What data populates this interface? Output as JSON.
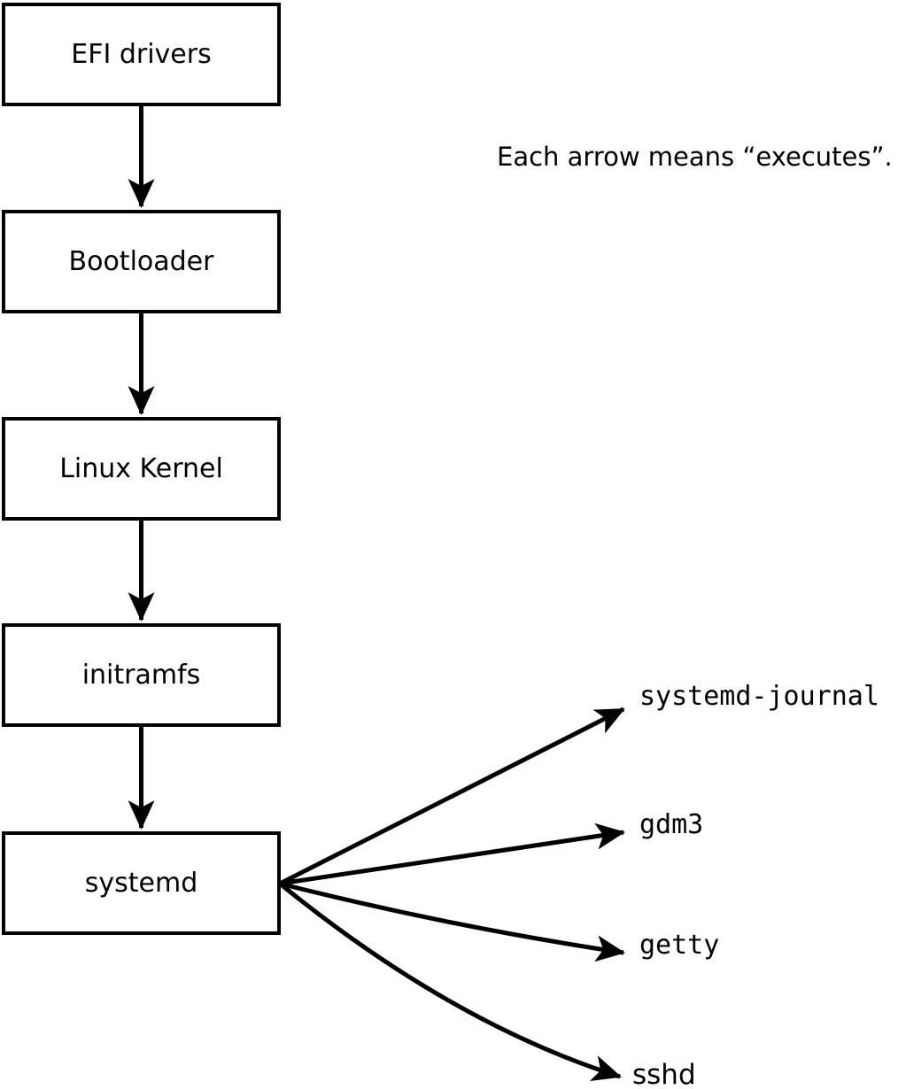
{
  "diagram": {
    "background_color": "#ffffff",
    "line_color": "#000000",
    "caption": "Each arrow means “executes”.",
    "flow_nodes": [
      {
        "label": "EFI drivers"
      },
      {
        "label": "Bootloader"
      },
      {
        "label": "Linux Kernel"
      },
      {
        "label": "initramfs"
      },
      {
        "label": "systemd"
      }
    ],
    "spawned_processes": [
      {
        "label": "systemd-journal"
      },
      {
        "label": "gdm3"
      },
      {
        "label": "getty"
      },
      {
        "label": "sshd"
      }
    ],
    "edges": [
      {
        "from": "EFI drivers",
        "to": "Bootloader",
        "meaning": "executes"
      },
      {
        "from": "Bootloader",
        "to": "Linux Kernel",
        "meaning": "executes"
      },
      {
        "from": "Linux Kernel",
        "to": "initramfs",
        "meaning": "executes"
      },
      {
        "from": "initramfs",
        "to": "systemd",
        "meaning": "executes"
      },
      {
        "from": "systemd",
        "to": "systemd-journal",
        "meaning": "executes"
      },
      {
        "from": "systemd",
        "to": "gdm3",
        "meaning": "executes"
      },
      {
        "from": "systemd",
        "to": "getty",
        "meaning": "executes"
      },
      {
        "from": "systemd",
        "to": "sshd",
        "meaning": "executes"
      }
    ]
  }
}
